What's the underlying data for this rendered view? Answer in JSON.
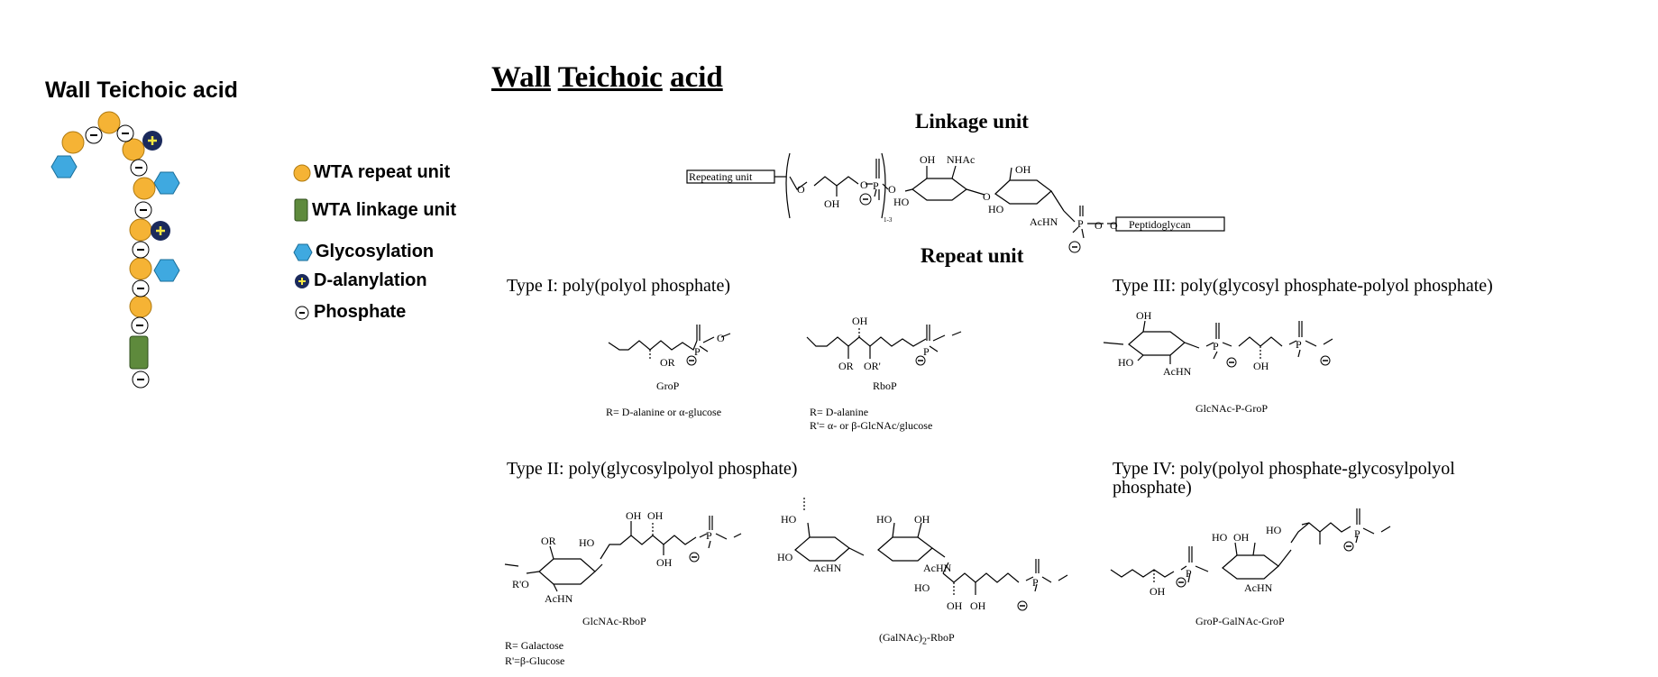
{
  "left_title": "Wall Teichoic acid",
  "main_title": [
    "Wall",
    "Teichoic",
    "acid"
  ],
  "legend": [
    {
      "label": "WTA repeat unit",
      "icon": "orange-circle-icon"
    },
    {
      "label": "WTA linkage unit",
      "icon": "green-rect-icon"
    },
    {
      "label": "Glycosylation",
      "icon": "blue-hexagon-icon"
    },
    {
      "label": "D-alanylation",
      "icon": "plus-circle-icon"
    },
    {
      "label": "Phosphate",
      "icon": "minus-circle-icon"
    }
  ],
  "colors": {
    "repeat": "#f5b335",
    "linkage": "#5e8a3c",
    "glycosylation": "#3fa9e0",
    "alanylation": "#1b2a5c",
    "plus": "#f5e642"
  },
  "linkage": {
    "head": "Linkage unit",
    "box_left": "Repeating unit",
    "box_right": "Peptidoglycan",
    "subscript": "1-3",
    "labels": {
      "oh1": "OH",
      "nhac": "NHAc",
      "oh2": "OH",
      "ho1": "HO",
      "ho2": "HO",
      "achn": "AcHN",
      "oh3": "OH",
      "o": "O",
      "p": "P",
      "minus": "−"
    }
  },
  "repeat_head": "Repeat unit",
  "types": {
    "t1": "Type I: poly(polyol phosphate)",
    "t2": "Type II: poly(glycosylpolyol phosphate)",
    "t3": "Type III: poly(glycosyl phosphate-polyol phosphate)",
    "t4_line1": "Type IV: poly(polyol phosphate-glycosylpolyol",
    "t4_line2": "phosphate)"
  },
  "captions": {
    "grop": "GroP",
    "grop_r": "R= D-alanine or α-glucose",
    "rbop": "RboP",
    "rbop_r1": "R= D-alanine",
    "rbop_r2": "R'= α- or β-GlcNAc/glucose",
    "glcnac_grop": "GlcNAc-P-GroP",
    "glcnac_rbop": "GlcNAc-RboP",
    "t2_r1": "R= Galactose",
    "t2_r2": "R'=β-Glucose",
    "galnac_rbop": "(GalNAc)",
    "galnac_sub": "2",
    "galnac_rbop_tail": "-RboP",
    "grop_galnac": "GroP-GalNAc-GroP"
  },
  "atoms": {
    "or": "OR",
    "or_p": "OR'",
    "oh": "OH",
    "ho": "HO",
    "o": "O",
    "p": "P",
    "achn": "AcHN",
    "r_o": "R'O"
  }
}
